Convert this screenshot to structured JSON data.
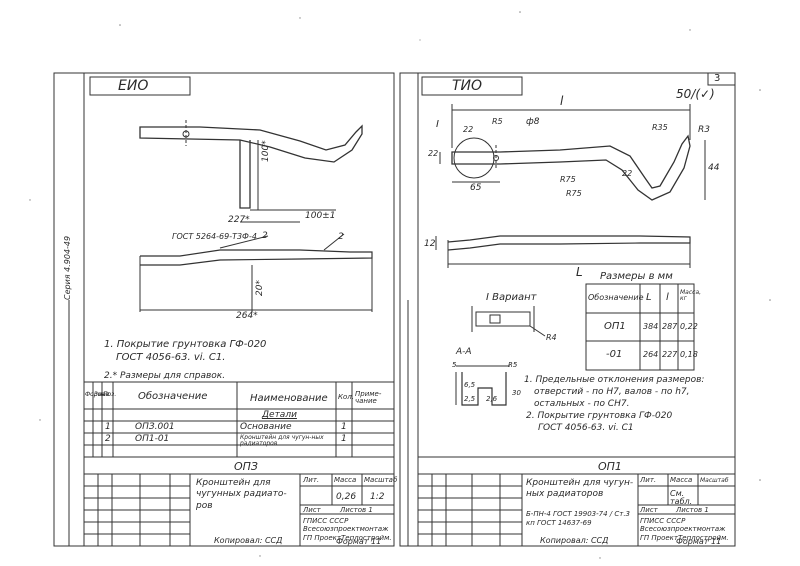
{
  "left_sheet": {
    "code": "ЕИО",
    "dims": {
      "d100": "100*",
      "d100_1": "100±1",
      "d227": "227*",
      "d20": "20*",
      "d264": "264*",
      "d2": "2"
    },
    "gost_label": "ГОСТ 5264-69-Т3Ф-4",
    "vertical_note": "Серия 4.904-49",
    "notes": [
      "1. Покрытие грунтовка ГФ-020",
      "ГОСТ 4056-63. vi. С1.",
      "2.* Размеры для справок."
    ],
    "spec_headers": {
      "format": "Формат",
      "zone": "Зона",
      "pos": "Поз.",
      "designation": "Обозначение",
      "name": "Наименование",
      "qty": "Кол.",
      "note": "Приме-чание"
    },
    "spec_rows": [
      {
        "designation": "",
        "name": "Детали",
        "qty": ""
      },
      {
        "pos": "1",
        "designation": "ОПЗ.001",
        "name": "Основание",
        "qty": "1"
      },
      {
        "pos": "2",
        "designation": "ОП1-01",
        "name": "Кронштейн для чугун-ных радиаторов",
        "qty": "1"
      }
    ],
    "doc_code": "ОПЗ",
    "title": "Кронштейн для чугунных радиато-ров",
    "lit_label": "Лит.",
    "mass_label": "Масса",
    "scale_label": "Масштаб",
    "mass": "0,26",
    "scale": "1:2",
    "sheet_label": "Лист",
    "sheets_label": "Листов 1",
    "org": "ГПИСС СССР Всесоюзпроектмонтаж ГП ПроектТеплостройм.",
    "copied": "Копировал: ССД",
    "format": "Формат 11"
  },
  "right_sheet": {
    "code": "ТИО",
    "sheet_no": "3",
    "roughness": "50/(✓)",
    "dims": {
      "l": "l",
      "L": "L",
      "R5": "R5",
      "phi8": "ф8",
      "R35": "R35",
      "R3": "R3",
      "d22a": "22",
      "d22b": "22",
      "d65": "65",
      "d44": "44",
      "d12": "12",
      "R75": "R75",
      "R75b": "R75",
      "d22c": "22",
      "R4": "R4"
    },
    "marker_I": "I",
    "variant_label": "I Вариант",
    "section_label": "А-А",
    "sizes_caption": "Размеры в мм",
    "table_headers": [
      "Обозначение",
      "L",
      "l",
      "Масса, кг"
    ],
    "table_rows": [
      {
        "designation": "ОП1",
        "L": "384",
        "l": "287",
        "mass": "0,22"
      },
      {
        "designation": "-01",
        "L": "264",
        "l": "227",
        "mass": "0,18"
      }
    ],
    "notes": [
      "1. Предельные отклонения размеров:",
      "отверстий - по Н7, валов - по h7,",
      "остальных - по СН7.",
      "2. Покрытие грунтовка ГФ-020",
      "ГОСТ 4056-63. vi. С1"
    ],
    "section_dims": {
      "d5": "5",
      "d65": "6,5",
      "R5": "R5",
      "d30": "30",
      "d25": "2,5",
      "d26": "2,6"
    },
    "doc_code": "ОП1",
    "title": "Кронштейн для чугун-ных радиаторов",
    "material": "Б-ПН-4 ГОСТ 19903-74 / Ст.3 кп ГОСТ 14637-69",
    "lit_label": "Лит.",
    "mass_label": "Масса",
    "scale_label": "Масштаб",
    "mass": "См. табл.",
    "scale": "",
    "sheet_label": "Лист",
    "sheets_label": "Листов 1",
    "org": "ГПИСС СССР Всесоюзпроектмонтаж ГП ПроектТеплостройм.",
    "copied": "Копировал: ССД",
    "format": "Формат 11"
  }
}
